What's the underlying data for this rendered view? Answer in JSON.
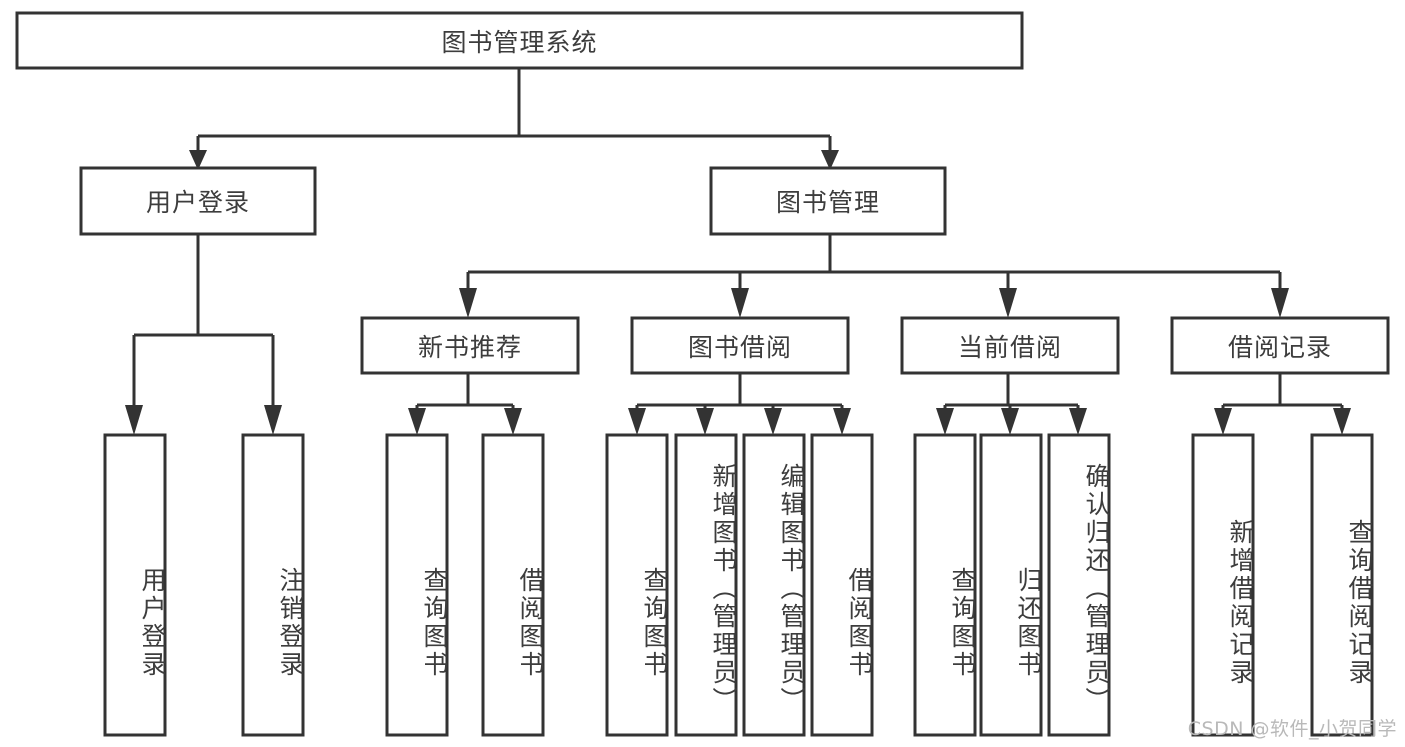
{
  "diagram": {
    "title": "图书管理系统",
    "type": "tree-hierarchy",
    "watermark": "CSDN @软件_小贺同学",
    "colors": {
      "box_stroke": "#333333",
      "box_fill": "#ffffff",
      "text": "#3d3d3d",
      "watermark": "#b9b9b9",
      "background": "#ffffff"
    },
    "root": {
      "label": "图书管理系统"
    },
    "level2": [
      {
        "label": "用户登录"
      },
      {
        "label": "图书管理"
      }
    ],
    "level3": [
      {
        "label": "新书推荐"
      },
      {
        "label": "图书借阅"
      },
      {
        "label": "当前借阅"
      },
      {
        "label": "借阅记录"
      }
    ],
    "leaves": {
      "user_login": [
        {
          "label": "用户登录"
        },
        {
          "label": "注销登录"
        }
      ],
      "new_book_recommend": [
        {
          "label": "查询图书"
        },
        {
          "label": "借阅图书"
        }
      ],
      "book_borrow": [
        {
          "label": "查询图书"
        },
        {
          "label": "新增图书（管理员）"
        },
        {
          "label": "编辑图书（管理员）"
        },
        {
          "label": "借阅图书"
        }
      ],
      "current_borrow": [
        {
          "label": "查询图书"
        },
        {
          "label": "归还图书"
        },
        {
          "label": "确认归还（管理员）"
        }
      ],
      "borrow_record": [
        {
          "label": "新增借阅记录"
        },
        {
          "label": "查询借阅记录"
        }
      ]
    }
  }
}
